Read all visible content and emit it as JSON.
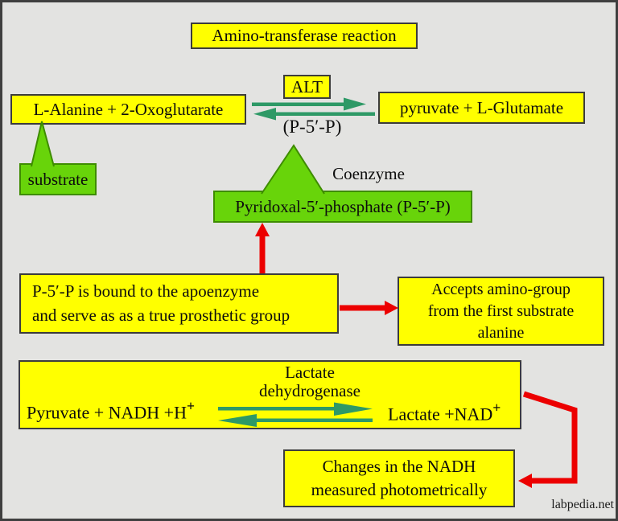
{
  "title": "Amino-transferase reaction",
  "reaction1": {
    "enzyme": "ALT",
    "reactants": "L-Alanine + 2-Oxoglutarate",
    "products": "pyruvate + L-Glutamate",
    "coenzyme_short": "(P-5′-P)"
  },
  "callouts": {
    "substrate": "substrate",
    "coenzyme": "Coenzyme",
    "pyridoxal": "Pyridoxal-5′-phosphate (P-5′-P)"
  },
  "notes": {
    "bound_line1": "P-5′-P is bound to the apoenzyme",
    "bound_line2": "and serve as as a true prosthetic group",
    "accepts_line1": "Accepts amino-group",
    "accepts_line2": "from the first substrate",
    "accepts_line3": "alanine"
  },
  "reaction2": {
    "enzyme_line1": "Lactate",
    "enzyme_line2": "dehydrogenase",
    "left_main": "Pyruvate + NADH +H",
    "left_sup": "+",
    "right_main": "Lactate +NAD",
    "right_sup": "+"
  },
  "result": {
    "line1": "Changes in the NADH",
    "line2": "measured photometrically"
  },
  "watermark": "labpedia.net",
  "colors": {
    "background": "#e3e3e1",
    "box_yellow": "#ffff00",
    "callout_green": "#68d40a",
    "callout_green_border": "#3e8c00",
    "reaction_arrow_green": "#2e9966",
    "flow_arrow_red": "#ec0000",
    "text": "#0d0d0d"
  }
}
